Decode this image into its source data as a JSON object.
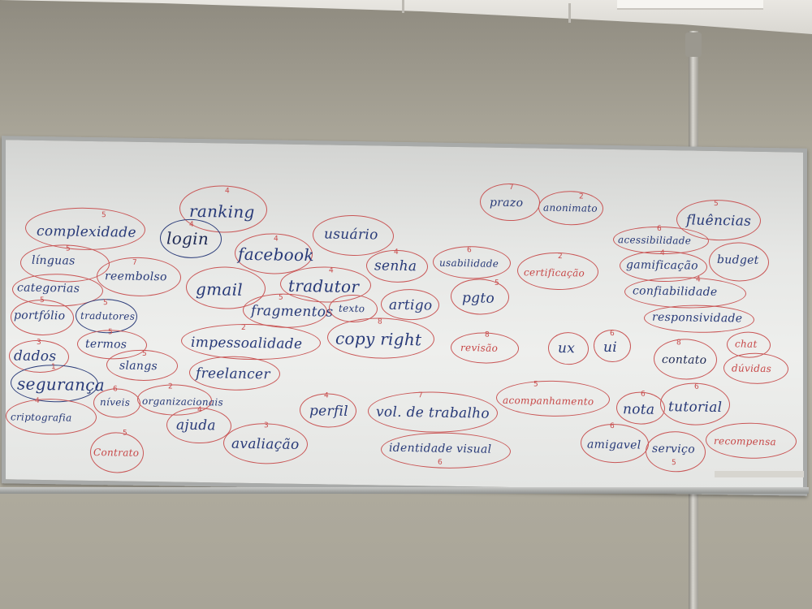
{
  "whiteboard": {
    "words": [
      {
        "id": "ranking",
        "text": "ranking",
        "num": "4"
      },
      {
        "id": "complexidade",
        "text": "complexidade",
        "num": "5"
      },
      {
        "id": "login",
        "text": "login",
        "num": "4"
      },
      {
        "id": "facebook",
        "text": "facebook",
        "num": "4"
      },
      {
        "id": "usuario",
        "text": "usuário",
        "num": ""
      },
      {
        "id": "linguas",
        "text": "línguas",
        "num": "5"
      },
      {
        "id": "reembolso",
        "text": "reembolso",
        "num": "7"
      },
      {
        "id": "categorias",
        "text": "categorias",
        "num": ""
      },
      {
        "id": "gmail",
        "text": "gmail",
        "num": ""
      },
      {
        "id": "tradutor",
        "text": "tradutor",
        "num": "4"
      },
      {
        "id": "senha",
        "text": "senha",
        "num": "4"
      },
      {
        "id": "usabilidade",
        "text": "usabilidade",
        "num": "6"
      },
      {
        "id": "portfolio",
        "text": "portfólio",
        "num": "5"
      },
      {
        "id": "tradutores",
        "text": "tradutores",
        "num": "5"
      },
      {
        "id": "fragmentos",
        "text": "fragmentos",
        "num": "5"
      },
      {
        "id": "texto",
        "text": "texto",
        "num": ""
      },
      {
        "id": "artigo",
        "text": "artigo",
        "num": ""
      },
      {
        "id": "pgto",
        "text": "pgto",
        "num": "5"
      },
      {
        "id": "prazo",
        "text": "prazo",
        "num": "7"
      },
      {
        "id": "anonimato",
        "text": "anonimato",
        "num": "2"
      },
      {
        "id": "certificacao",
        "text": "certificação",
        "num": "2"
      },
      {
        "id": "termos",
        "text": "termos",
        "num": "5"
      },
      {
        "id": "impessoalidade",
        "text": "impessoalidade",
        "num": "2"
      },
      {
        "id": "copyright",
        "text": "copy right",
        "num": "8"
      },
      {
        "id": "revisao",
        "text": "revisão",
        "num": "8"
      },
      {
        "id": "ux",
        "text": "ux",
        "num": ""
      },
      {
        "id": "ui",
        "text": "ui",
        "num": "6"
      },
      {
        "id": "dados",
        "text": "dados",
        "num": "3"
      },
      {
        "id": "slangs",
        "text": "slangs",
        "num": "5"
      },
      {
        "id": "freelancer",
        "text": "freelancer",
        "num": ""
      },
      {
        "id": "seguranca",
        "text": "segurança",
        "num": "1"
      },
      {
        "id": "niveis",
        "text": "níveis",
        "num": "6"
      },
      {
        "id": "organizacionais",
        "text": "organizacionais",
        "num": "2"
      },
      {
        "id": "criptografia",
        "text": "criptografia",
        "num": "4"
      },
      {
        "id": "ajuda",
        "text": "ajuda",
        "num": "4"
      },
      {
        "id": "perfil",
        "text": "perfil",
        "num": "4"
      },
      {
        "id": "voldetrabalho",
        "text": "vol. de trabalho",
        "num": "7"
      },
      {
        "id": "avaliacao",
        "text": "avaliação",
        "num": "3"
      },
      {
        "id": "identidadevisual",
        "text": "identidade visual",
        "num": "6"
      },
      {
        "id": "contrato",
        "text": "Contrato",
        "num": "5"
      },
      {
        "id": "acompanhamento",
        "text": "acompanhamento",
        "num": "5"
      },
      {
        "id": "nota",
        "text": "nota",
        "num": "6"
      },
      {
        "id": "tutorial",
        "text": "tutorial",
        "num": "6"
      },
      {
        "id": "amigavel",
        "text": "amigavel",
        "num": "6"
      },
      {
        "id": "servico",
        "text": "serviço",
        "num": "5"
      },
      {
        "id": "recompensa",
        "text": "recompensa",
        "num": ""
      },
      {
        "id": "contato",
        "text": "contato",
        "num": "8"
      },
      {
        "id": "chat",
        "text": "chat",
        "num": ""
      },
      {
        "id": "duvidas",
        "text": "dúvidas",
        "num": ""
      },
      {
        "id": "responsividade",
        "text": "responsividade",
        "num": ""
      },
      {
        "id": "confiabilidade",
        "text": "confiabilidade",
        "num": "4"
      },
      {
        "id": "gamificacao",
        "text": "gamificação",
        "num": "4"
      },
      {
        "id": "budget",
        "text": "budget",
        "num": ""
      },
      {
        "id": "acessibilidade",
        "text": "acessibilidade",
        "num": "6"
      },
      {
        "id": "fluencias",
        "text": "fluências",
        "num": "5"
      }
    ]
  }
}
